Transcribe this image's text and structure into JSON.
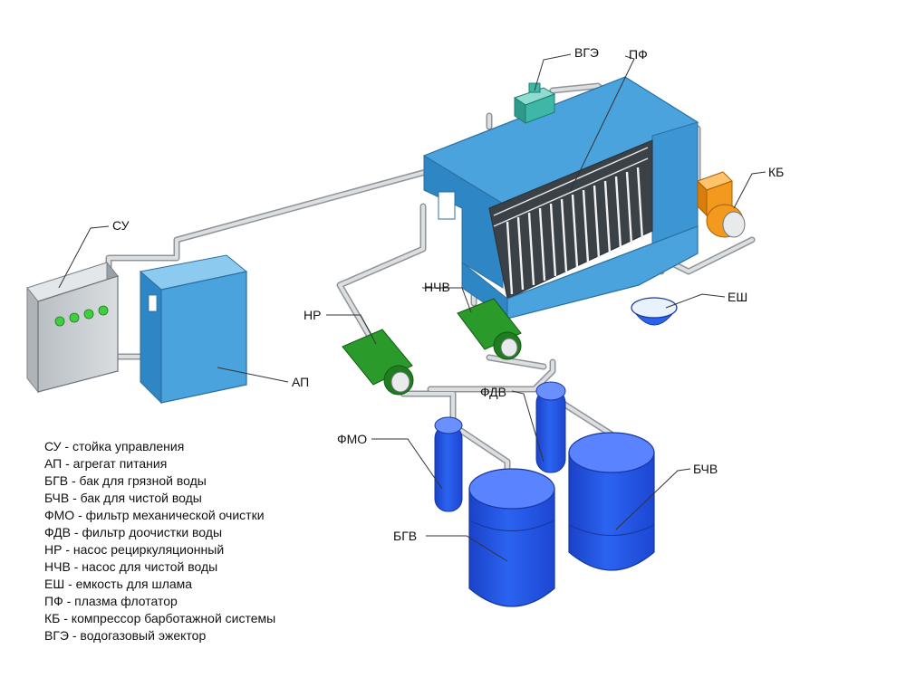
{
  "labels": {
    "su": "СУ",
    "ap": "АП",
    "vge": "ВГЭ",
    "pf": "ПФ",
    "kb": "КБ",
    "esh": "ЕШ",
    "nr": "НР",
    "nchv": "НЧВ",
    "fdv": "ФДВ",
    "fmo": "ФМО",
    "bgv": "БГВ",
    "bchv": "БЧВ"
  },
  "legend": [
    "СУ - стойка управления",
    "АП - агрегат питания",
    "БГВ - бак для грязной воды",
    "БЧВ - бак для чистой воды",
    "ФМО - фильтр механической очистки",
    "ФДВ - фильтр доочистки воды",
    "НР - насос рециркуляционный",
    "НЧВ - насос для чистой воды",
    "ЕШ - емкость для шлама",
    "ПФ - плазма флотатор",
    "КБ - компрессор барботажной системы",
    "ВГЭ - водогазовый эжектор"
  ],
  "colors": {
    "equipment_blue": "#4aa3dc",
    "tank_blue": "#1f4fe0",
    "pump_green": "#2a9a2a",
    "compressor_orange": "#f39a1e",
    "ejector_teal": "#3fb7a7",
    "cabinet_gray": "#c9ced2",
    "indicator_green": "#3fcf3f",
    "pipe_gray": "#d6d8da"
  }
}
